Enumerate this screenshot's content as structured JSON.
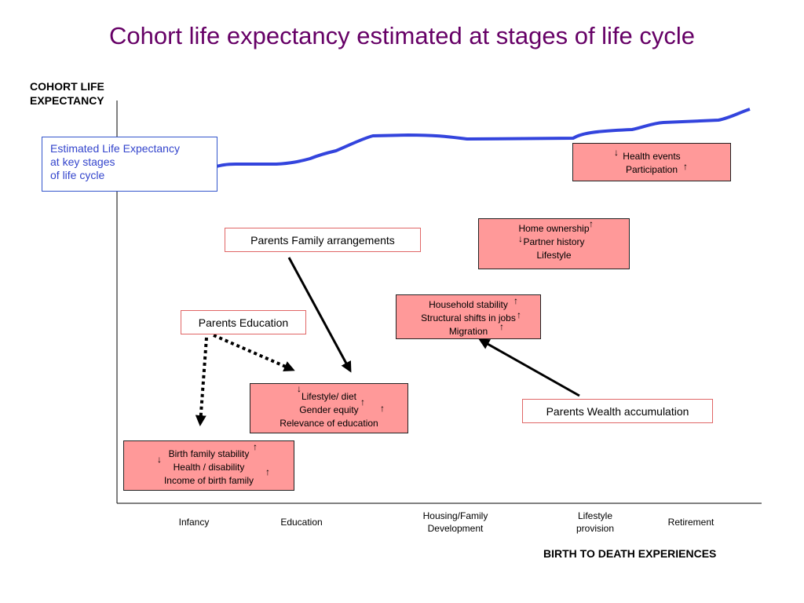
{
  "title": "Cohort life expectancy estimated at stages of life cycle",
  "y_axis_label": [
    "COHORT LIFE",
    "EXPECTANCY"
  ],
  "x_axis_label": "BIRTH TO DEATH EXPERIENCES",
  "legend": {
    "lines": [
      "Estimated Life Expectancy",
      "at key stages",
      "of life cycle"
    ],
    "line_color": "#3344dd"
  },
  "stages": [
    "Infancy",
    "Education",
    "Housing/Family\nDevelopment",
    "Lifestyle\nprovision",
    "Retirement"
  ],
  "parent_factors": {
    "family": "Parents Family  arrangements",
    "education": "Parents Education",
    "wealth": "Parents Wealth accumulation"
  },
  "factor_boxes": {
    "infancy": [
      "Birth family stability",
      "Health / disability",
      "Income of  birth family"
    ],
    "education": [
      "Lifestyle/ diet",
      "Gender equity",
      "Relevance of education"
    ],
    "household": [
      "Household  stability",
      "Structural shifts in jobs",
      "Migration"
    ],
    "home": [
      "Home ownership",
      "Partner history",
      "Lifestyle"
    ],
    "health": [
      "Health events",
      "Participation"
    ]
  },
  "colors": {
    "title": "#660066",
    "factor_box_fill": "#ff9999",
    "parent_box_border": "#e06666",
    "curve": "#3344dd"
  }
}
